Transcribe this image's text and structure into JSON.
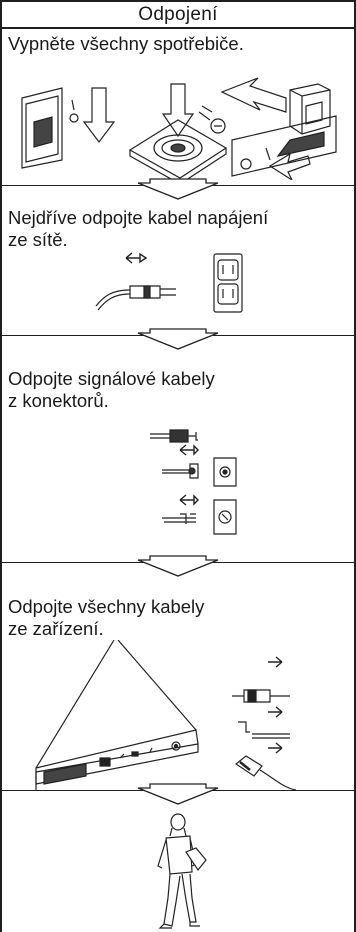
{
  "header": {
    "title": "Odpojení"
  },
  "steps": [
    {
      "text": "Vypněte všechny spotřebiče."
    },
    {
      "text": "Nejdříve odpojte kabel napájení\nze sítě."
    },
    {
      "text": "Odpojte signálové kabely\nz konektorů."
    },
    {
      "text": "Odpojte všechny kabely\nze zařízení."
    }
  ],
  "icons": {
    "step1": [
      "power-switch-off-icon",
      "press-power-button-icon",
      "unplug-device-icon",
      "switch-off-arrow-icon"
    ],
    "step2": [
      "power-cable-icon",
      "wall-outlet-icon"
    ],
    "step3": [
      "signal-cable-icon",
      "wall-socket-icon"
    ],
    "step4": [
      "laptop-ports-icon",
      "cable-remove-icon"
    ],
    "step5": [
      "person-walking-icon"
    ]
  }
}
